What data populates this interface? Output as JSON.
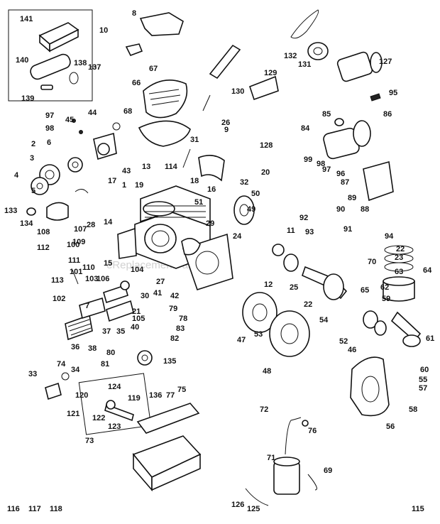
{
  "watermark": "eReplacementParts.com",
  "callouts": [
    "141",
    "140",
    "139",
    "138",
    "137",
    "8",
    "10",
    "67",
    "66",
    "68",
    "132",
    "131",
    "127",
    "129",
    "130",
    "95",
    "26",
    "31",
    "9",
    "128",
    "85",
    "86",
    "84",
    "97",
    "98",
    "45",
    "44",
    "43",
    "13",
    "6",
    "2",
    "3",
    "4",
    "5",
    "134",
    "133",
    "114",
    "17",
    "1",
    "19",
    "18",
    "16",
    "32",
    "50",
    "49",
    "51",
    "14",
    "28",
    "15",
    "107",
    "109",
    "108",
    "112",
    "100",
    "111",
    "110",
    "113",
    "101",
    "103",
    "102",
    "106",
    "104",
    "27",
    "30",
    "29",
    "24",
    "20",
    "99",
    "98",
    "97",
    "96",
    "87",
    "89",
    "90",
    "91",
    "92",
    "93",
    "88",
    "94",
    "70",
    "11",
    "12",
    "25",
    "22",
    "47",
    "53",
    "48",
    "54",
    "52",
    "46",
    "22",
    "23",
    "63",
    "64",
    "65",
    "62",
    "59",
    "61",
    "60",
    "55",
    "57",
    "56",
    "58",
    "7",
    "21",
    "105",
    "36",
    "38",
    "37",
    "35",
    "40",
    "41",
    "42",
    "79",
    "78",
    "83",
    "82",
    "80",
    "81",
    "135",
    "136",
    "77",
    "75",
    "74",
    "34",
    "33",
    "120",
    "121",
    "124",
    "119",
    "122",
    "123",
    "73",
    "72",
    "76",
    "71",
    "69",
    "126",
    "125",
    "115",
    "116",
    "117",
    "118"
  ]
}
